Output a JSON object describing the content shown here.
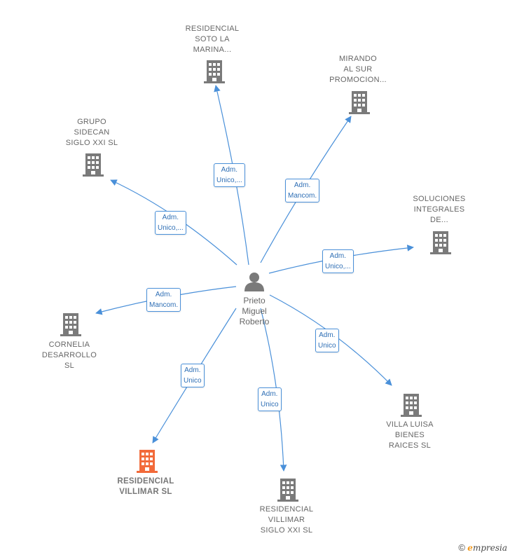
{
  "center": {
    "name": "Prieto\nMiguel\nRoberto",
    "icon": "person-icon"
  },
  "colors": {
    "edge": "#4a90d9",
    "building": "#7a7a7a",
    "building_highlight": "#f26a3a"
  },
  "companies": [
    {
      "id": "residencial-soto",
      "name": "RESIDENCIAL\nSOTO LA\nMARINA...",
      "role": "Adm.\nUnico,...",
      "highlight": false
    },
    {
      "id": "mirando-al-sur",
      "name": "MIRANDO\nAL SUR\nPROMOCION...",
      "role": "Adm.\nMancom.",
      "highlight": false
    },
    {
      "id": "grupo-sidecan",
      "name": "GRUPO\nSIDECAN\nSIGLO XXI  SL",
      "role": "Adm.\nUnico,...",
      "highlight": false
    },
    {
      "id": "soluciones-integrales",
      "name": "SOLUCIONES\nINTEGRALES\nDE...",
      "role": "Adm.\nUnico,...",
      "highlight": false
    },
    {
      "id": "cornelia-desarrollo",
      "name": "CORNELIA\nDESARROLLO\nSL",
      "role": "Adm.\nMancom.",
      "highlight": false
    },
    {
      "id": "villa-luisa",
      "name": "VILLA LUISA\nBIENES\nRAICES  SL",
      "role": "Adm.\nUnico",
      "highlight": false
    },
    {
      "id": "residencial-villimar",
      "name": "RESIDENCIAL\nVILLIMAR  SL",
      "role": "Adm.\nUnico",
      "highlight": true
    },
    {
      "id": "residencial-villimar-xxi",
      "name": "RESIDENCIAL\nVILLIMAR\nSIGLO XXI  SL",
      "role": "Adm.\nUnico",
      "highlight": false
    }
  ],
  "footer": {
    "copyright": "©",
    "brand_initial": "e",
    "brand_rest": "mpresia"
  }
}
